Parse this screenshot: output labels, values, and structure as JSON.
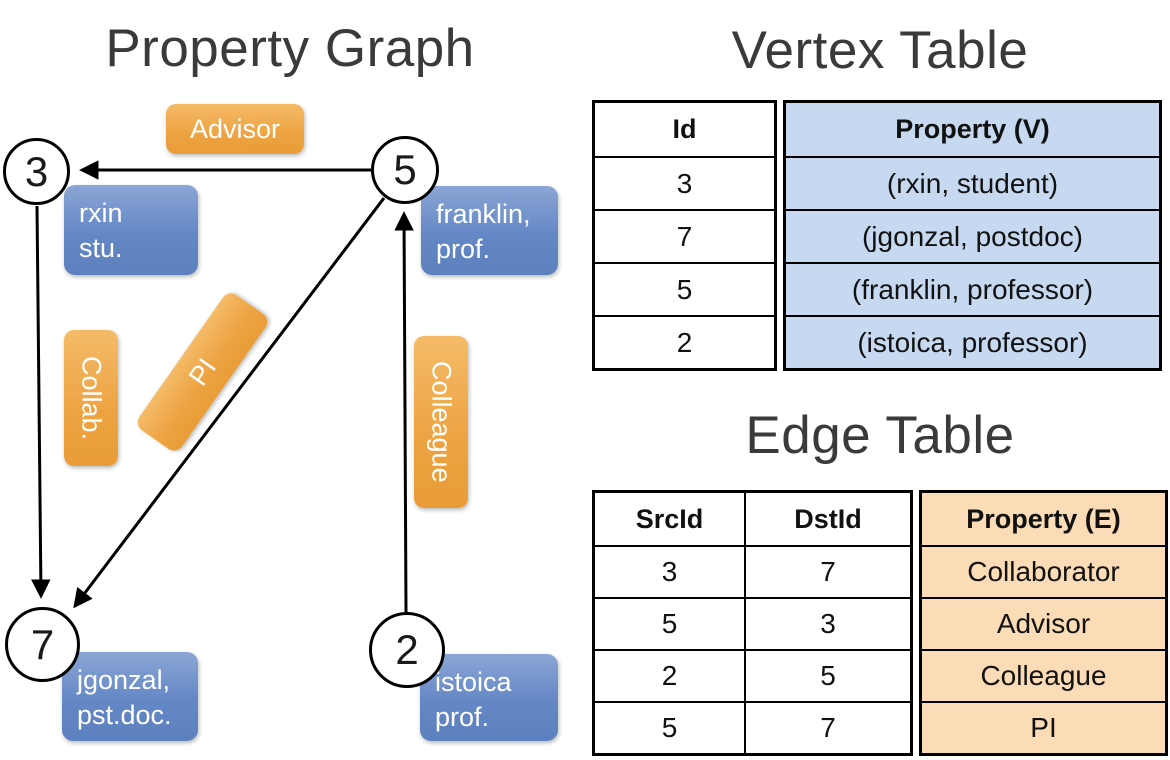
{
  "colors": {
    "vertex_box_blue": "#6b8ec9",
    "edge_label_orange": "#efa64a",
    "vertex_table_fill": "#c6d9f0",
    "edge_table_fill": "#fbdcb6",
    "line_black": "#000000"
  },
  "graph": {
    "title": "Property Graph",
    "vertices": [
      {
        "number": "3",
        "prop_line1": "rxin",
        "prop_line2": "stu."
      },
      {
        "number": "5",
        "prop_line1": "franklin,",
        "prop_line2": "prof."
      },
      {
        "number": "7",
        "prop_line1": "jgonzal,",
        "prop_line2": "pst.doc."
      },
      {
        "number": "2",
        "prop_line1": "istoica",
        "prop_line2": "prof."
      }
    ],
    "edge_labels": {
      "advisor": "Advisor",
      "collab": "Collab.",
      "pi": "PI",
      "colleague": "Colleague"
    }
  },
  "vertex_table": {
    "title": "Vertex Table",
    "headers": {
      "id": "Id",
      "property": "Property (V)"
    },
    "rows": [
      {
        "id": "3",
        "property": "(rxin, student)"
      },
      {
        "id": "7",
        "property": "(jgonzal, postdoc)"
      },
      {
        "id": "5",
        "property": "(franklin, professor)"
      },
      {
        "id": "2",
        "property": "(istoica, professor)"
      }
    ]
  },
  "edge_table": {
    "title": "Edge Table",
    "headers": {
      "src": "SrcId",
      "dst": "DstId",
      "property": "Property (E)"
    },
    "rows": [
      {
        "src": "3",
        "dst": "7",
        "property": "Collaborator"
      },
      {
        "src": "5",
        "dst": "3",
        "property": "Advisor"
      },
      {
        "src": "2",
        "dst": "5",
        "property": "Colleague"
      },
      {
        "src": "5",
        "dst": "7",
        "property": "PI"
      }
    ]
  }
}
